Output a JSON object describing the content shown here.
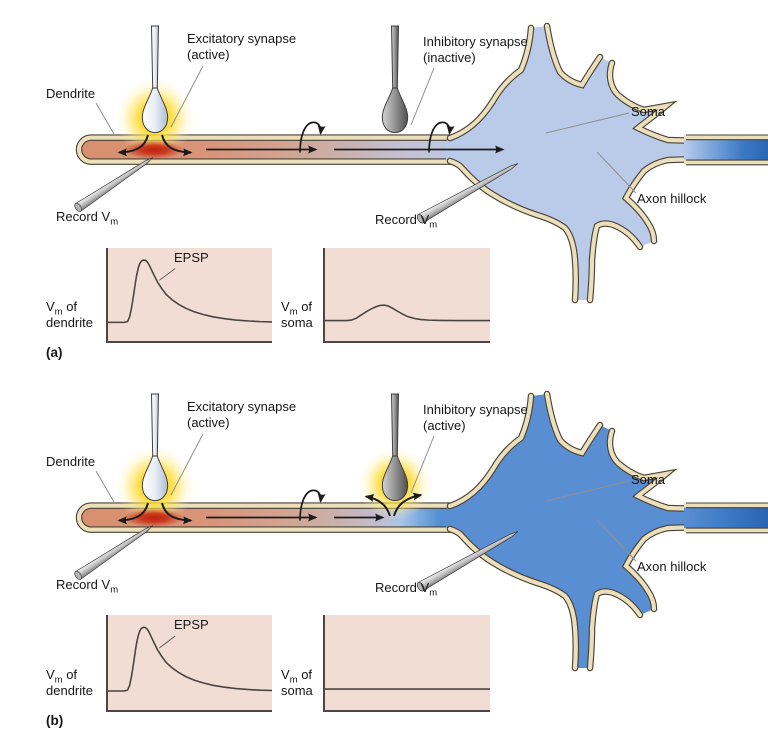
{
  "colors": {
    "background": "#ffffff",
    "membrane_sheath": "#ebdfbc",
    "membrane_line": "#4a4336",
    "dendrite_salmon": "#d8906f",
    "hotspot_red": "#c5260f",
    "soma_resting_blue": "#b9cbe9",
    "soma_inhibited_blue": "#5a8ed2",
    "axon_blue": "#2b66b5",
    "glow_yellow": "#ffd92e",
    "excitatory_terminal": "#e9eff5",
    "inhibitory_terminal": "#9a9a9a",
    "graph_background": "#f2ddd5",
    "trace_line": "#4a4440",
    "arrow_black": "#1c1c1c"
  },
  "panels": {
    "a": {
      "letter": "(a)",
      "dendrite": "Dendrite",
      "excitatory_line1": "Excitatory synapse",
      "excitatory_line2": "(active)",
      "inhibitory_line1": "Inhibitory synapse",
      "inhibitory_line2": "(inactive)",
      "soma": "Soma",
      "axon_hillock": "Axon hillock",
      "record_prefix": "Record V",
      "record_sub": "m",
      "vm_prefix": "V",
      "vm_sub": "m",
      "vm_suffix": " of",
      "graph_dendrite_word": "dendrite",
      "graph_soma_word": "soma",
      "epsp": "EPSP"
    },
    "b": {
      "letter": "(b)",
      "dendrite": "Dendrite",
      "excitatory_line1": "Excitatory synapse",
      "excitatory_line2": "(active)",
      "inhibitory_line1": "Inhibitory synapse",
      "inhibitory_line2": "(active)",
      "soma": "Soma",
      "axon_hillock": "Axon hillock",
      "record_prefix": "Record V",
      "record_sub": "m",
      "vm_prefix": "V",
      "vm_sub": "m",
      "vm_suffix": " of",
      "graph_dendrite_word": "dendrite",
      "graph_soma_word": "soma",
      "epsp": "EPSP"
    }
  },
  "traces": {
    "epsp_large": [
      [
        0,
        0.8
      ],
      [
        0.1,
        0.8
      ],
      [
        0.12,
        0.79
      ],
      [
        0.132,
        0.74
      ],
      [
        0.143,
        0.65
      ],
      [
        0.153,
        0.54
      ],
      [
        0.163,
        0.42
      ],
      [
        0.173,
        0.31
      ],
      [
        0.183,
        0.225
      ],
      [
        0.193,
        0.17
      ],
      [
        0.203,
        0.142
      ],
      [
        0.215,
        0.13
      ],
      [
        0.228,
        0.132
      ],
      [
        0.24,
        0.15
      ],
      [
        0.252,
        0.185
      ],
      [
        0.265,
        0.235
      ],
      [
        0.28,
        0.29
      ],
      [
        0.3,
        0.36
      ],
      [
        0.325,
        0.43
      ],
      [
        0.355,
        0.5
      ],
      [
        0.39,
        0.555
      ],
      [
        0.43,
        0.605
      ],
      [
        0.475,
        0.648
      ],
      [
        0.525,
        0.685
      ],
      [
        0.58,
        0.715
      ],
      [
        0.64,
        0.74
      ],
      [
        0.71,
        0.76
      ],
      [
        0.78,
        0.775
      ],
      [
        0.86,
        0.785
      ],
      [
        0.93,
        0.792
      ],
      [
        1,
        0.795
      ]
    ],
    "epsp_small": [
      [
        0,
        0.78
      ],
      [
        0.13,
        0.78
      ],
      [
        0.16,
        0.775
      ],
      [
        0.19,
        0.755
      ],
      [
        0.22,
        0.72
      ],
      [
        0.25,
        0.685
      ],
      [
        0.28,
        0.655
      ],
      [
        0.31,
        0.63
      ],
      [
        0.335,
        0.617
      ],
      [
        0.36,
        0.615
      ],
      [
        0.385,
        0.625
      ],
      [
        0.41,
        0.648
      ],
      [
        0.44,
        0.68
      ],
      [
        0.47,
        0.71
      ],
      [
        0.5,
        0.737
      ],
      [
        0.54,
        0.757
      ],
      [
        0.58,
        0.769
      ],
      [
        0.63,
        0.776
      ],
      [
        0.7,
        0.779
      ],
      [
        0.8,
        0.78
      ],
      [
        1,
        0.78
      ]
    ],
    "flat": [
      [
        0,
        0.78
      ],
      [
        1,
        0.78
      ]
    ]
  }
}
